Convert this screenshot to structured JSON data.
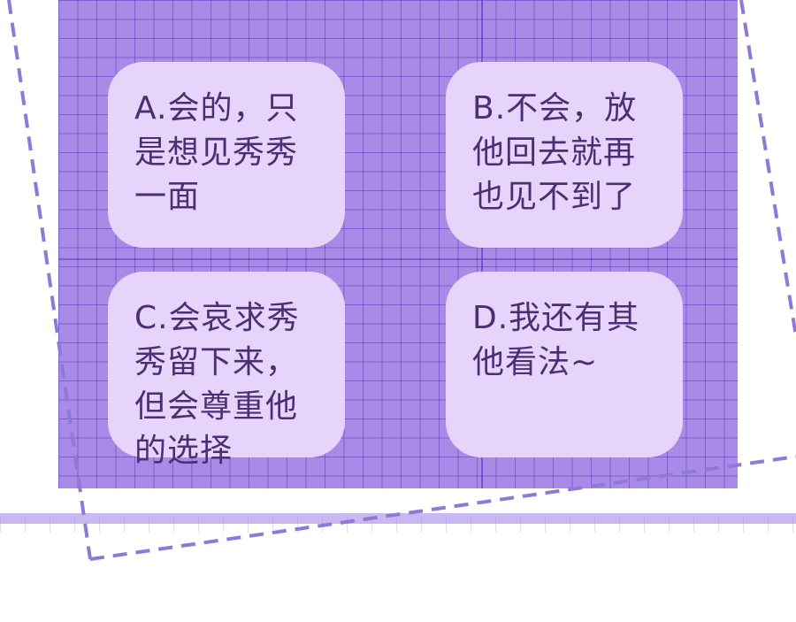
{
  "options": [
    {
      "label": "A.会的，只是想见秀秀一面"
    },
    {
      "label": "B.不会，放他回去就再也见不到了"
    },
    {
      "label": "C.会哀求秀秀留下来，但会尊重他的选择"
    },
    {
      "label": "D.我还有其他看法~"
    }
  ],
  "colors": {
    "panel": "#a98ae6",
    "card": "#e6d4fb",
    "text": "#4b2e73",
    "dash": "#8f78d8"
  }
}
